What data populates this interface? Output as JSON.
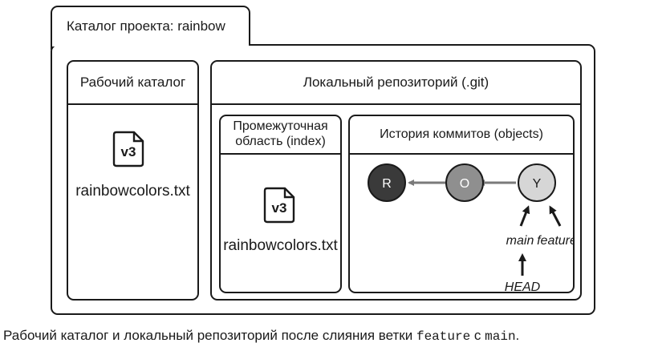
{
  "project_tab": "Каталог проекта: rainbow",
  "working_dir": {
    "title": "Рабочий каталог",
    "file_version": "v3",
    "file_name": "rainbowcolors.txt"
  },
  "local_repo": {
    "title": "Локальный репозиторий (.git)",
    "staging": {
      "title_line1": "Промежуточная",
      "title_line2": "область (index)",
      "file_version": "v3",
      "file_name": "rainbowcolors.txt"
    },
    "history": {
      "title": "История коммитов (objects)",
      "commits": [
        {
          "label": "R",
          "fill": "#3a3a3a",
          "text_color": "#ffffff"
        },
        {
          "label": "O",
          "fill": "#8f8f8f",
          "text_color": "#ffffff"
        },
        {
          "label": "Y",
          "fill": "#d6d6d6",
          "text_color": "#1a1a1a"
        }
      ],
      "branch_main": "main",
      "branch_feature": "feature",
      "head": "HEAD"
    }
  },
  "caption": {
    "part1": "Рабочий каталог и локальный репозиторий после слияния ветки ",
    "code1": "feature",
    "part2": " с ",
    "code2": "main",
    "part3": "."
  }
}
